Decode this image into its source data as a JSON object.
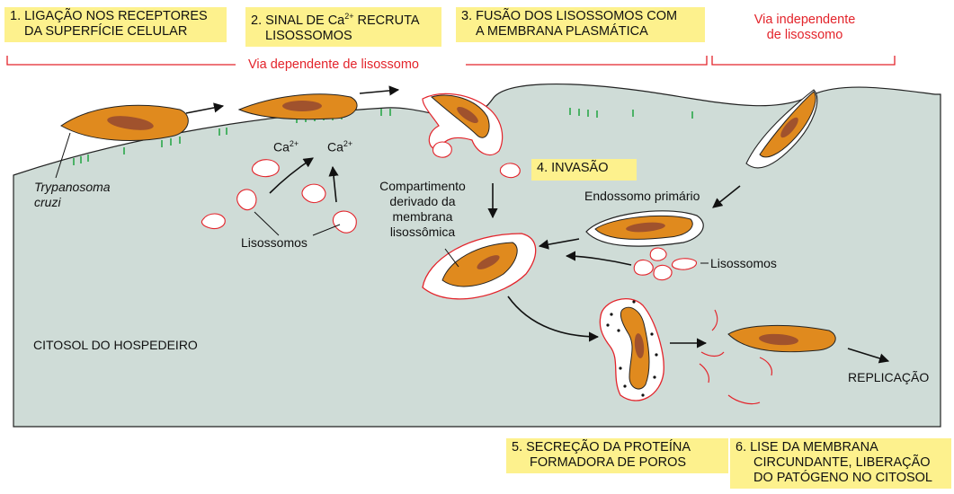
{
  "steps": {
    "s1_line1": "1. LIGAÇÃO NOS RECEPTORES",
    "s1_line2": "DA SUPERFÍCIE CELULAR",
    "s2_line1_pre": "2.  SINAL DE Ca",
    "s2_sup": "2+",
    "s2_line1_post": " RECRUTA",
    "s2_line2": "LISOSSOMOS",
    "s3_line1": "3.  FUSÃO DOS LISOSSOMOS COM",
    "s3_line2": "A MEMBRANA PLASMÁTICA",
    "s4": "4.  INVASÃO",
    "s5_line1": "5.  SECREÇÃO DA PROTEÍNA",
    "s5_line2": "FORMADORA DE POROS",
    "s6_line1": "6.  LISE DA MEMBRANA",
    "s6_line2": "CIRCUNDANTE, LIBERAÇÃO",
    "s6_line3": "DO PATÓGENO NO CITOSOL"
  },
  "pathways": {
    "independent_line1": "Via independente",
    "independent_line2": "de lisossomo",
    "dependent": "Via dependente de lisossomo"
  },
  "labels": {
    "trypanosoma_line1": "Trypanosoma",
    "trypanosoma_line2": "cruzi",
    "calcium": "Ca",
    "calcium_sup": "2+",
    "lysosomes_left": "Lisossomos",
    "lysosomes_right": "Lisossomos",
    "compartment_line1": "Compartimento",
    "compartment_line2": "derivado da",
    "compartment_line3": "membrana",
    "compartment_line4": "lisossômica",
    "endosome": "Endossomo primário",
    "cytosol": "CITOSOL DO HOSPEDEIRO",
    "replication": "REPLICAÇÃO"
  },
  "colors": {
    "step_label_bg": "#fdf18d",
    "pathway_text": "#e3242b",
    "cytosol_fill": "#cfdcd7",
    "parasite_body": "#e08a1e",
    "parasite_nucleus": "#a0522d",
    "receptor": "#2aa84a",
    "lysosome_membrane": "#e3242b"
  }
}
